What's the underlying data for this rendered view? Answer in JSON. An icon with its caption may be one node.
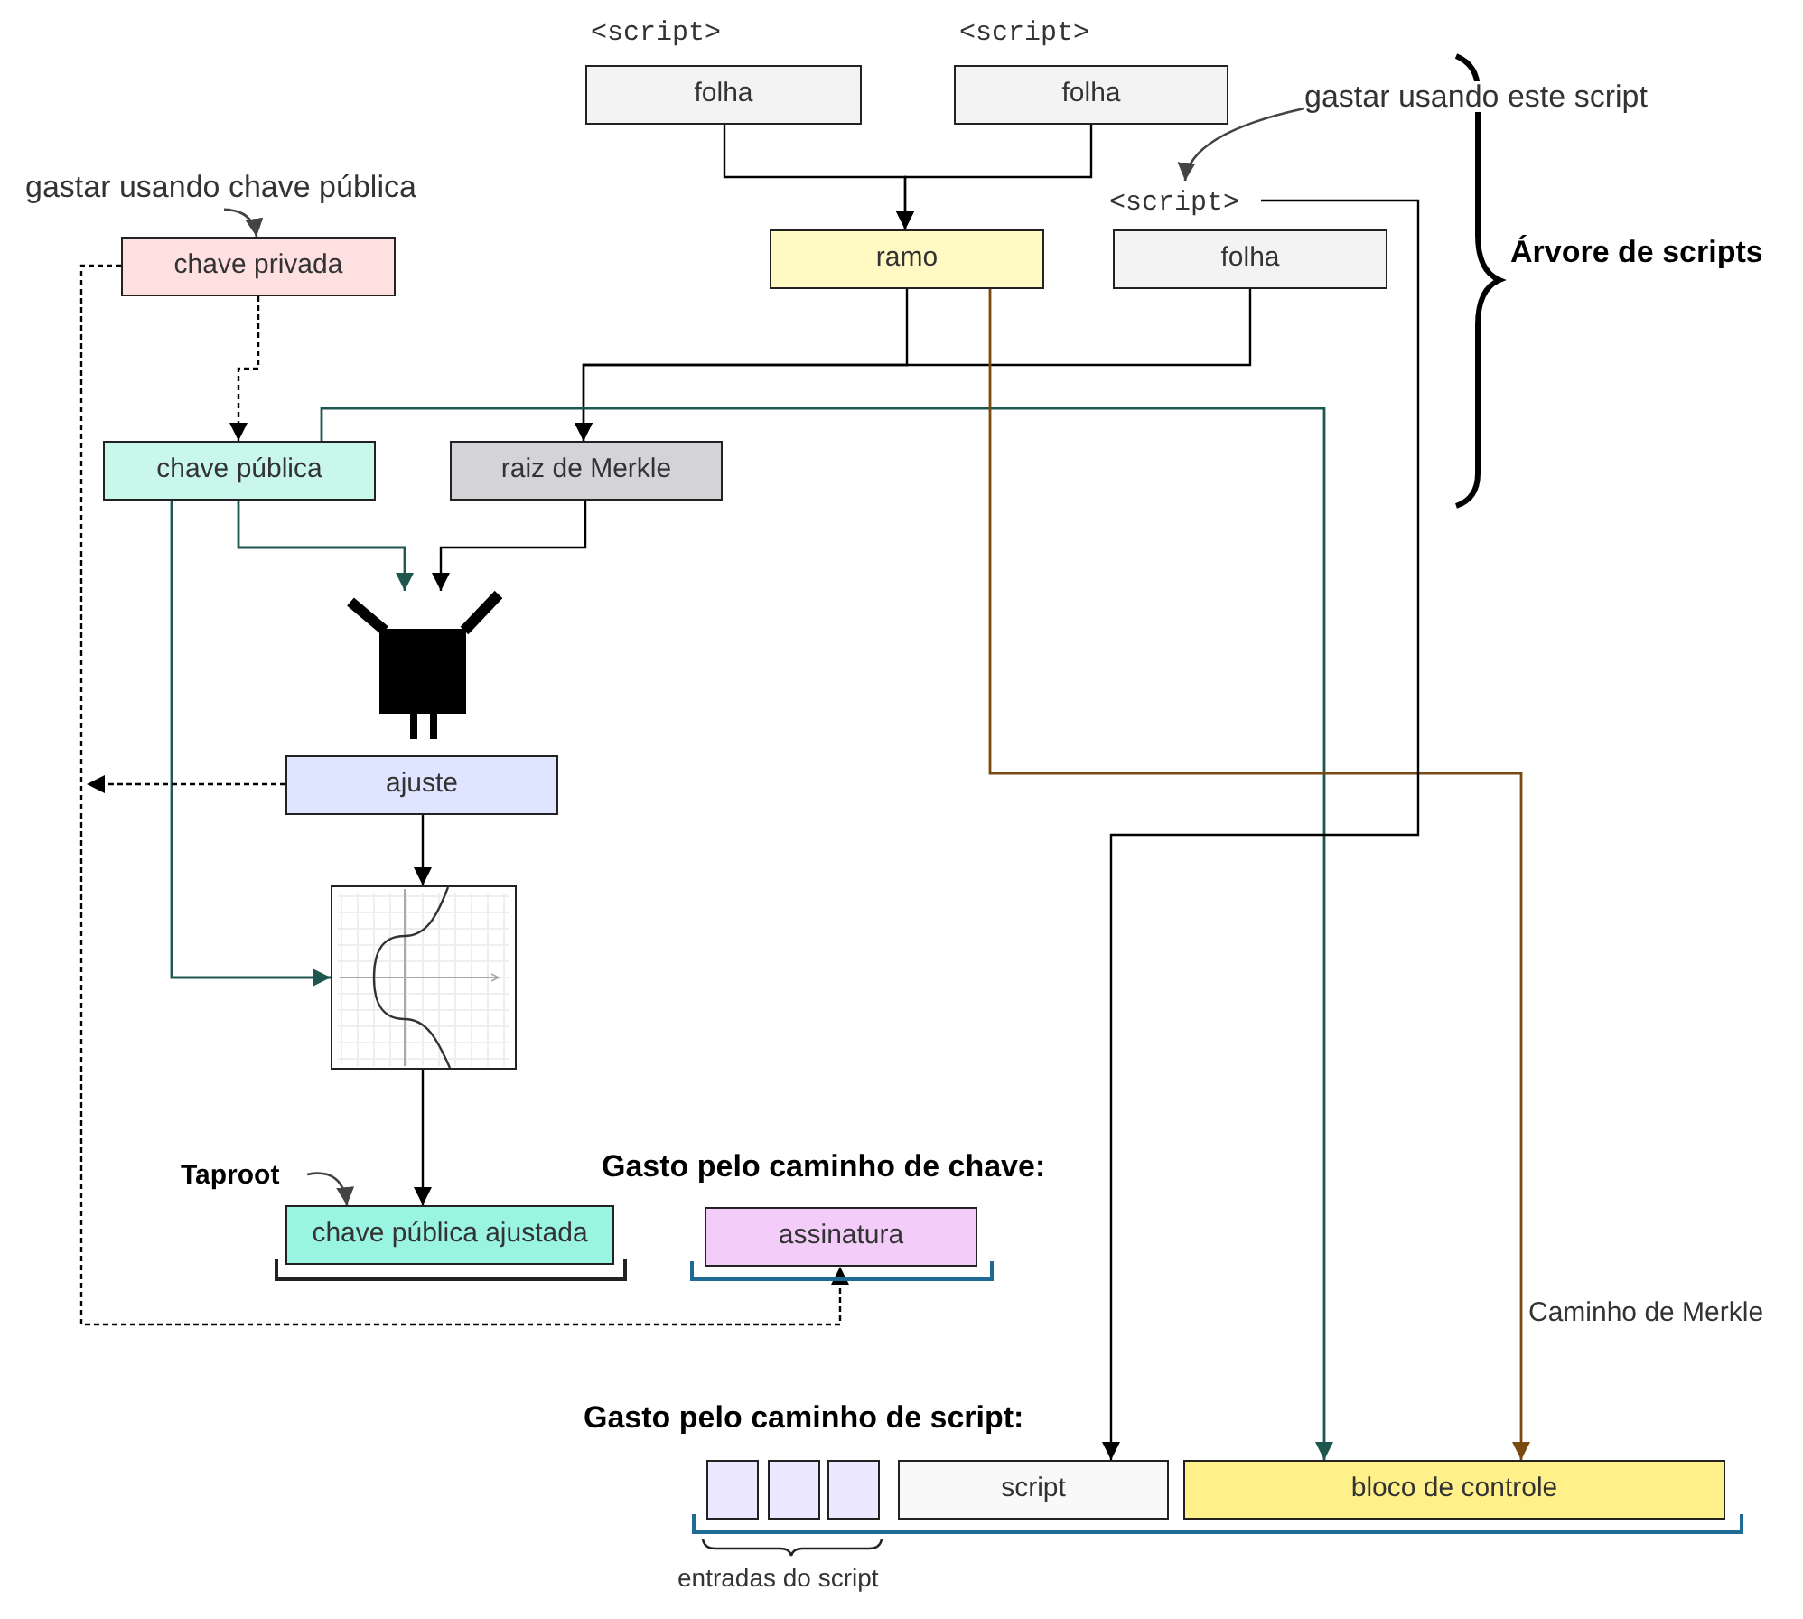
{
  "diagram": {
    "nodes": [
      {
        "text": [
          "folha"
        ],
        "beside": [
          "<script>"
        ]
      },
      {
        "text": [
          "folha"
        ],
        "beside": [
          "<script>"
        ]
      },
      {
        "text": [
          "gastar usando este script"
        ]
      },
      {
        "text": [
          "<script>"
        ]
      },
      {
        "text": [
          "folha"
        ]
      },
      {
        "text": [
          "ramo"
        ]
      },
      {
        "text": [
          "gastar usando chave pública"
        ]
      },
      {
        "text": [
          "chave privada"
        ]
      },
      {
        "text": [
          "chave pública"
        ]
      },
      {
        "text": [
          "raiz de Merkle"
        ]
      },
      {
        "text": [],
        "shape": "picture"
      },
      {
        "text": [
          "ajuste"
        ]
      },
      {
        "text": [],
        "shape": "picture"
      },
      {
        "text": [
          "Taproot"
        ]
      },
      {
        "text": [
          "chave pública ajustada"
        ]
      },
      {
        "text": [
          "assinatura"
        ]
      },
      {
        "text": [
          "script"
        ]
      },
      {
        "text": [
          "bloco de controle"
        ]
      },
      {
        "text": [],
        "shape": "box"
      },
      {
        "text": [],
        "shape": "box"
      },
      {
        "text": [],
        "shape": "box"
      }
    ],
    "edges": [
      {
        "from": 0,
        "to": 5,
        "arrow": "to"
      },
      {
        "from": 1,
        "to": 5,
        "arrow": "to"
      },
      {
        "from": 2,
        "to": 3,
        "arrow": "to",
        "color": "#444444"
      },
      {
        "from": 6,
        "to": 7,
        "arrow": "to",
        "color": "#444444"
      },
      {
        "from": 5,
        "to": 9,
        "arrow": "to"
      },
      {
        "from": 4,
        "to": 9,
        "arrow": "to"
      },
      {
        "from": 7,
        "to": 8,
        "arrow": "to",
        "style": "dashed"
      },
      {
        "from": 8,
        "to": 10,
        "arrow": "to",
        "color": "#1d5750"
      },
      {
        "from": 9,
        "to": 10,
        "arrow": "to"
      },
      {
        "from": 8,
        "to": 12,
        "arrow": "to",
        "color": "#1d5750"
      },
      {
        "from": 8,
        "to": 17,
        "arrow": "to",
        "color": "#1d5750"
      },
      {
        "from": 5,
        "to": 17,
        "arrow": "to",
        "color": "#7b4a12",
        "label": "Caminho de Merkle"
      },
      {
        "from": 3,
        "to": 16,
        "arrow": "to"
      },
      {
        "from": 11,
        "to": 12,
        "arrow": "to"
      },
      {
        "from": 12,
        "to": 14,
        "arrow": "to"
      },
      {
        "from": 13,
        "to": 14,
        "arrow": "to",
        "color": "#444444"
      },
      {
        "from": 7,
        "to": 15,
        "arrow": "to",
        "style": "dashed"
      },
      {
        "from": 11,
        "to": null,
        "arrow": "to",
        "style": "dashed"
      }
    ],
    "labels": [
      "Árvore de scripts",
      "Gasto pelo caminho de chave:",
      "Gasto pelo caminho de script:",
      "entradas do script"
    ]
  }
}
